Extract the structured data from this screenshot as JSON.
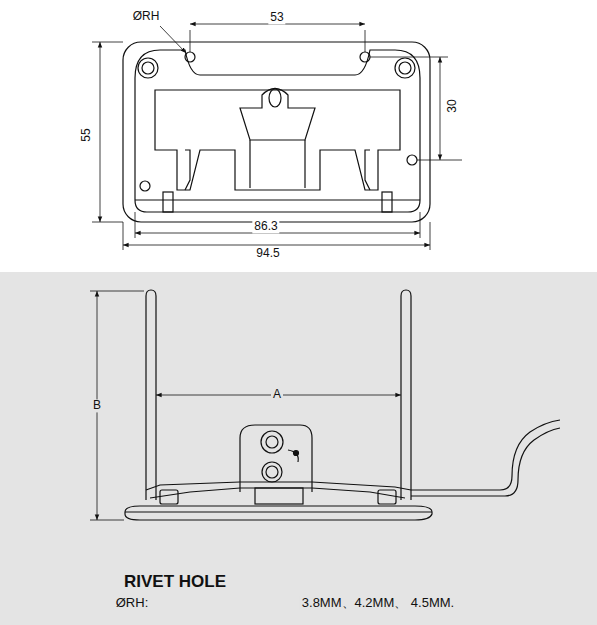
{
  "diagram": {
    "labels": [
      "ØRH",
      "53",
      "55",
      "30",
      "86.3",
      "94.5",
      "A",
      "B",
      "RIVET HOLE",
      "ØRH:",
      "3.8MM、4.2MM、 4.5MM."
    ]
  }
}
